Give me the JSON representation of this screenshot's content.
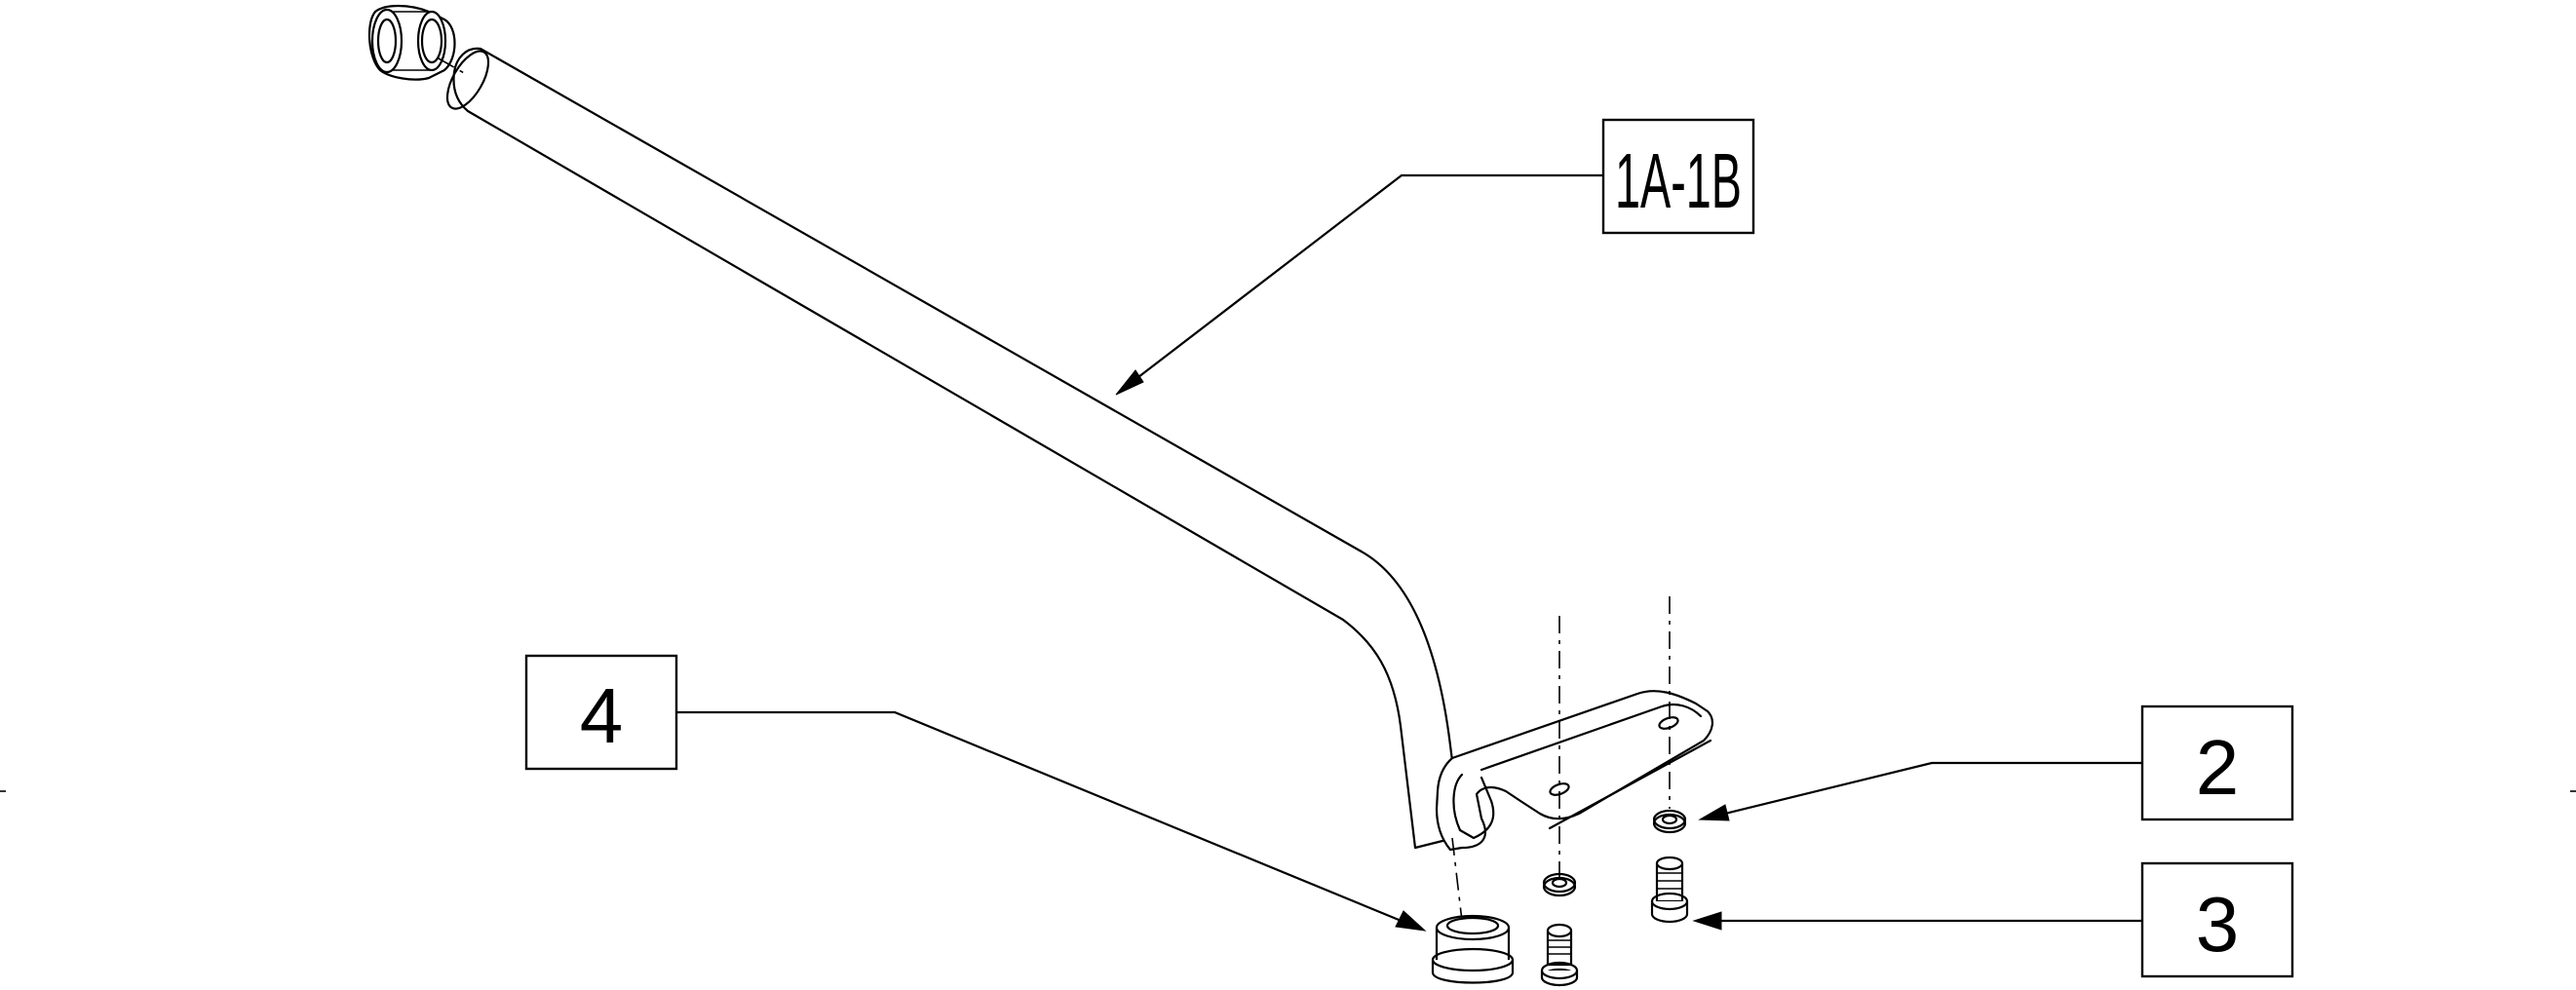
{
  "callouts": {
    "part_1a_1b": "1A-1B",
    "part_2": "2",
    "part_3": "3",
    "part_4": "4"
  }
}
